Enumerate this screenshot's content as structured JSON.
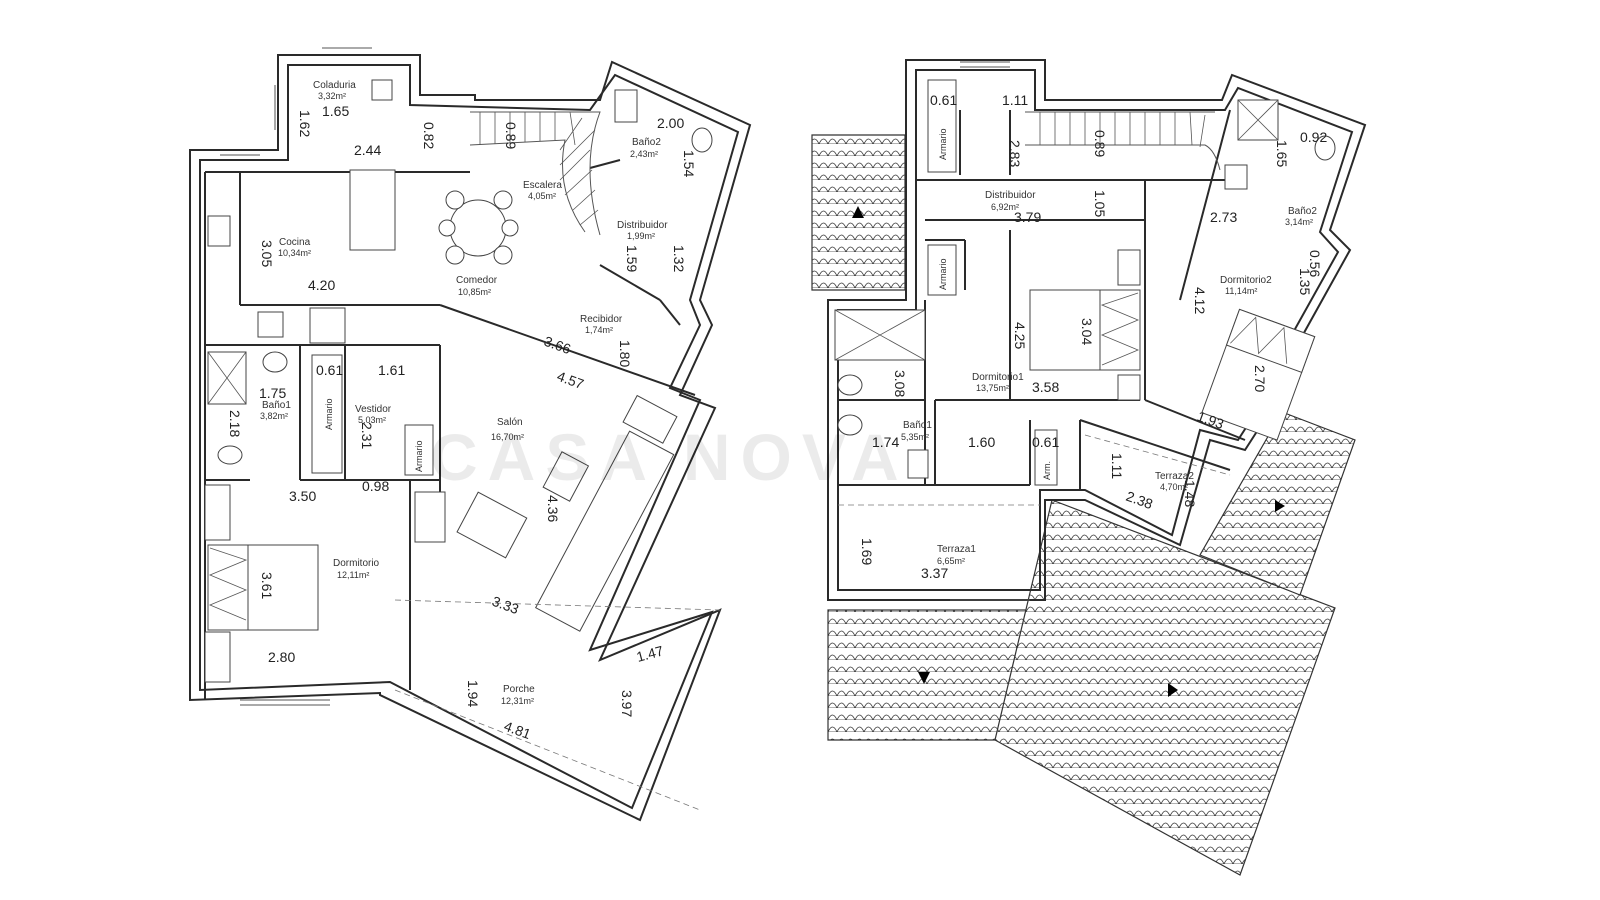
{
  "watermark": "CASA NOVA",
  "ground_floor": {
    "rooms": [
      {
        "name": "Coladuria",
        "area": "3,32m²"
      },
      {
        "name": "Baño2",
        "area": "2,43m²"
      },
      {
        "name": "Escalera",
        "area": "4,05m²"
      },
      {
        "name": "Cocina",
        "area": "10,34m²"
      },
      {
        "name": "Distribuidor",
        "area": "1,99m²"
      },
      {
        "name": "Comedor",
        "area": "10,85m²"
      },
      {
        "name": "Recibidor",
        "area": "1,74m²"
      },
      {
        "name": "Baño1",
        "area": "3,82m²"
      },
      {
        "name": "Vestidor",
        "area": "5,03m²"
      },
      {
        "name": "Salón",
        "area": "16,70m²"
      },
      {
        "name": "Dormitorio",
        "area": "12,11m²"
      },
      {
        "name": "Porche",
        "area": "12,31m²"
      }
    ],
    "labels": [
      "Armario",
      "Armario"
    ],
    "dims": [
      "1.65",
      "1.62",
      "2.44",
      "0.82",
      "0.89",
      "2.00",
      "1.54",
      "3.05",
      "4.20",
      "1.59",
      "1.32",
      "3.66",
      "1.80",
      "4.57",
      "1.75",
      "0.61",
      "1.61",
      "2.18",
      "2.31",
      "0.98",
      "3.50",
      "4.36",
      "3.61",
      "3.33",
      "2.80",
      "1.47",
      "1.94",
      "3.97",
      "4.81"
    ]
  },
  "upper_floor": {
    "rooms": [
      {
        "name": "Distribuidor",
        "area": "6,92m²"
      },
      {
        "name": "Baño2",
        "area": "3,14m²"
      },
      {
        "name": "Dormitorio2",
        "area": "11,14m²"
      },
      {
        "name": "Dormitorio1",
        "area": "13,75m²"
      },
      {
        "name": "Baño1",
        "area": "5,35m²"
      },
      {
        "name": "Terraza2",
        "area": "4,70m²"
      },
      {
        "name": "Terraza1",
        "area": "6,65m²"
      }
    ],
    "labels": [
      "Armario",
      "Armario",
      "Arm."
    ],
    "dims": [
      "0.61",
      "1.11",
      "2.83",
      "0.89",
      "3.79",
      "1.05",
      "2.73",
      "1.65",
      "0.92",
      "0.56",
      "1.35",
      "4.25",
      "3.04",
      "4.12",
      "3.58",
      "3.08",
      "2.70",
      "1.93",
      "1.74",
      "1.60",
      "0.61",
      "1.11",
      "1.48",
      "2.38",
      "1.69",
      "3.37"
    ]
  }
}
